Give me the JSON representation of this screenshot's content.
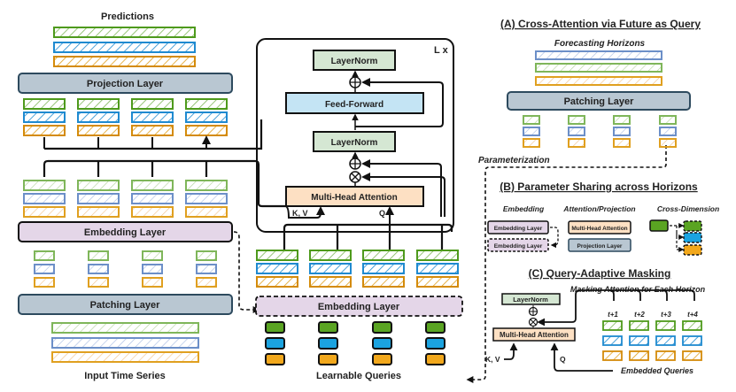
{
  "colors": {
    "green": "#4e9a1c",
    "green_light": "#7fb65a",
    "blue": "#1f8ad0",
    "blue_light": "#6c8fc8",
    "orange": "#d48b0a",
    "orange_light": "#e0a020",
    "projection_fill": "#b9c7d2",
    "projection_stroke": "#2d4a5e",
    "embedding_fill": "#e4d6e8",
    "layernorm_fill": "#d5e7d3",
    "feedforward_fill": "#c4e4f4",
    "attention_fill": "#fde0c3",
    "query_green": "#5aa422",
    "query_blue": "#1ba3e0",
    "query_orange": "#f2a81c"
  },
  "left": {
    "predictions_label": "Predictions",
    "projection_layer": "Projection Layer",
    "embedding_layer": "Embedding Layer",
    "patching_layer": "Patching Layer",
    "input_label": "Input Time Series"
  },
  "center": {
    "repeat_label": "L x",
    "layernorm_top": "LayerNorm",
    "feed_forward": "Feed-Forward",
    "layernorm_mid": "LayerNorm",
    "attention": "Multi-Head Attention",
    "kv_label": "K, V",
    "q_label": "Q",
    "embedding_layer": "Embedding Layer",
    "queries_label": "Learnable Queries"
  },
  "panel_a": {
    "title": "(A) Cross-Attention via Future as Query",
    "subtitle": "Forecasting Horizons",
    "patching_layer": "Patching Layer",
    "parameterization": "Parameterization"
  },
  "panel_b": {
    "title": "(B) Parameter Sharing across Horizons",
    "col_embedding": "Embedding",
    "col_attention": "Attention/Projection",
    "col_cross": "Cross-Dimension",
    "embedding_layer_1": "Embedding Layer",
    "embedding_layer_2": "Embedding Layer",
    "attention": "Multi-Head Attention",
    "projection": "Projection Layer"
  },
  "panel_c": {
    "title": "(C) Query-Adaptive Masking",
    "masking_label": "Masking Attention for Each Horizon",
    "layernorm": "LayerNorm",
    "attention": "Multi-Head Attention",
    "kv_label": "K, V",
    "q_label": "Q",
    "embedded_queries": "Embedded Queries",
    "horizons": [
      "t+1",
      "t+2",
      "t+3",
      "t+4"
    ]
  }
}
